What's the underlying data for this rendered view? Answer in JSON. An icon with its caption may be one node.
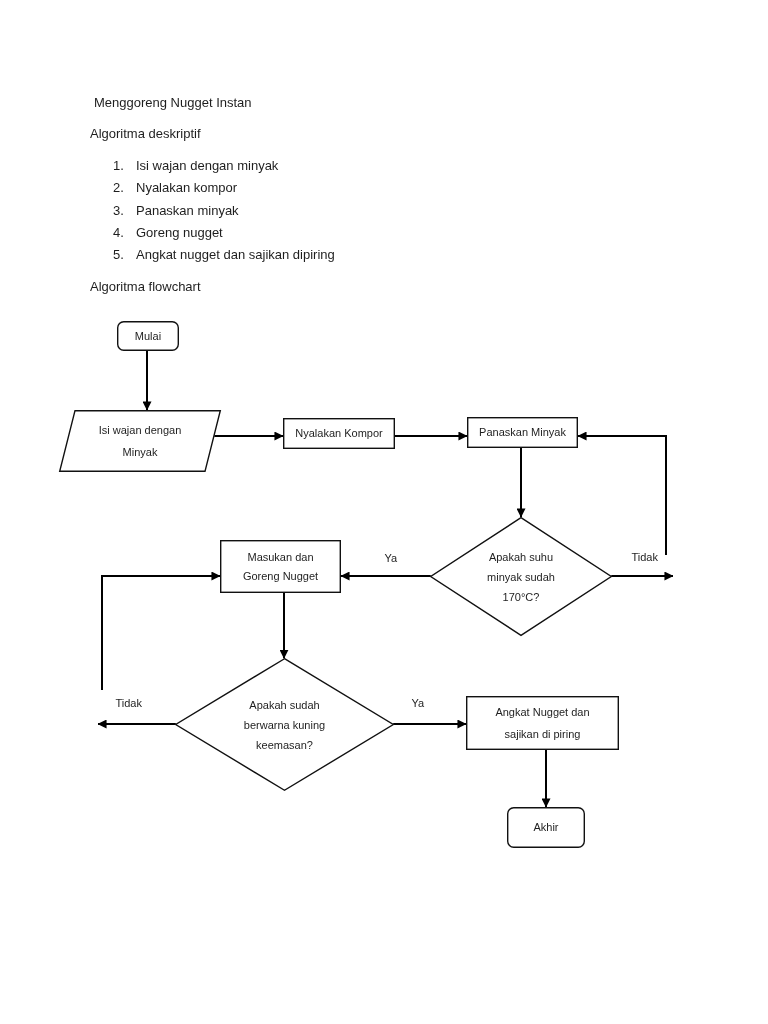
{
  "diagram": {
    "title": "Menggoreng Nugget Instan",
    "nodes": [
      {
        "text": [
          "Mulai"
        ]
      },
      {
        "text": [
          "Isi wajan dengan Minyak"
        ]
      },
      {
        "text": [
          "Nyalakan Kompor"
        ]
      },
      {
        "text": [
          "Panaskan Minyak"
        ]
      },
      {
        "text": [
          "Masukan dan Goreng Nugget"
        ]
      },
      {
        "text": [
          "Apakah suhu minyak sudah 170°C?"
        ]
      },
      {
        "text": [
          "Apakah sudah berwarna kuning keemasan?"
        ]
      },
      {
        "text": [
          "Angkat Nugget dan sajikan di piring"
        ]
      },
      {
        "text": [
          "Akhir"
        ]
      }
    ],
    "edges": [
      {
        "from": 0,
        "to": 1,
        "arrow": "to"
      },
      {
        "from": 1,
        "to": 2,
        "arrow": "to"
      },
      {
        "from": 2,
        "to": 3,
        "arrow": "to"
      },
      {
        "from": 3,
        "to": 5,
        "arrow": "to"
      },
      {
        "from": 5,
        "to": 4,
        "arrow": "to",
        "label": "Ya"
      },
      {
        "from": 5,
        "to": null,
        "arrow": "to",
        "label": "Tidak"
      },
      {
        "from": null,
        "to": 3,
        "arrow": "to"
      },
      {
        "from": 4,
        "to": 6,
        "arrow": "to"
      },
      {
        "from": 6,
        "to": 7,
        "arrow": "to",
        "label": "Ya"
      },
      {
        "from": 6,
        "to": null,
        "arrow": "to",
        "label": "Tidak"
      },
      {
        "from": null,
        "to": 4,
        "arrow": "to"
      },
      {
        "from": 7,
        "to": 8,
        "arrow": "to"
      }
    ],
    "labels": [
      "Algoritma deskriptif",
      "1.",
      "Isi wajan dengan minyak",
      "2.",
      "Nyalakan kompor",
      "3.",
      "Panaskan minyak",
      "4.",
      "Goreng nugget",
      "5.",
      "Angkat nugget dan sajikan dipiring",
      "Algoritma flowchart"
    ]
  }
}
